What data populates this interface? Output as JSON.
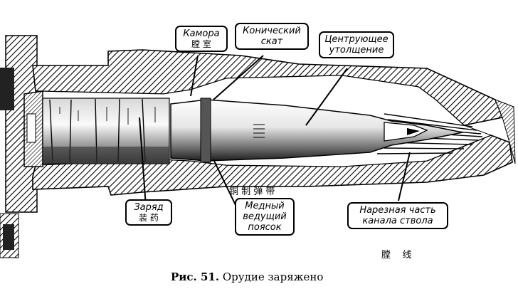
{
  "labels": {
    "chamber": {
      "ru": "Камора",
      "zh": "膛 室"
    },
    "conical_slope": {
      "ru_line1": "Конический",
      "ru_line2": "скат"
    },
    "centering_bulge": {
      "ru_line1": "Центрующее",
      "ru_line2": "утолщение"
    },
    "charge": {
      "ru": "Заряд",
      "zh": "装 药"
    },
    "copper_band": {
      "zh": "铜 制 弹 带",
      "ru_line1": "Медный",
      "ru_line2": "ведущий",
      "ru_line3": "поясок"
    },
    "rifled_part": {
      "ru_line1": "Нарезная часть",
      "ru_line2": "канала ствола",
      "zh": "膛    线"
    }
  },
  "caption": {
    "number": "Рис. 51.",
    "text": "Орудие заряжено"
  }
}
